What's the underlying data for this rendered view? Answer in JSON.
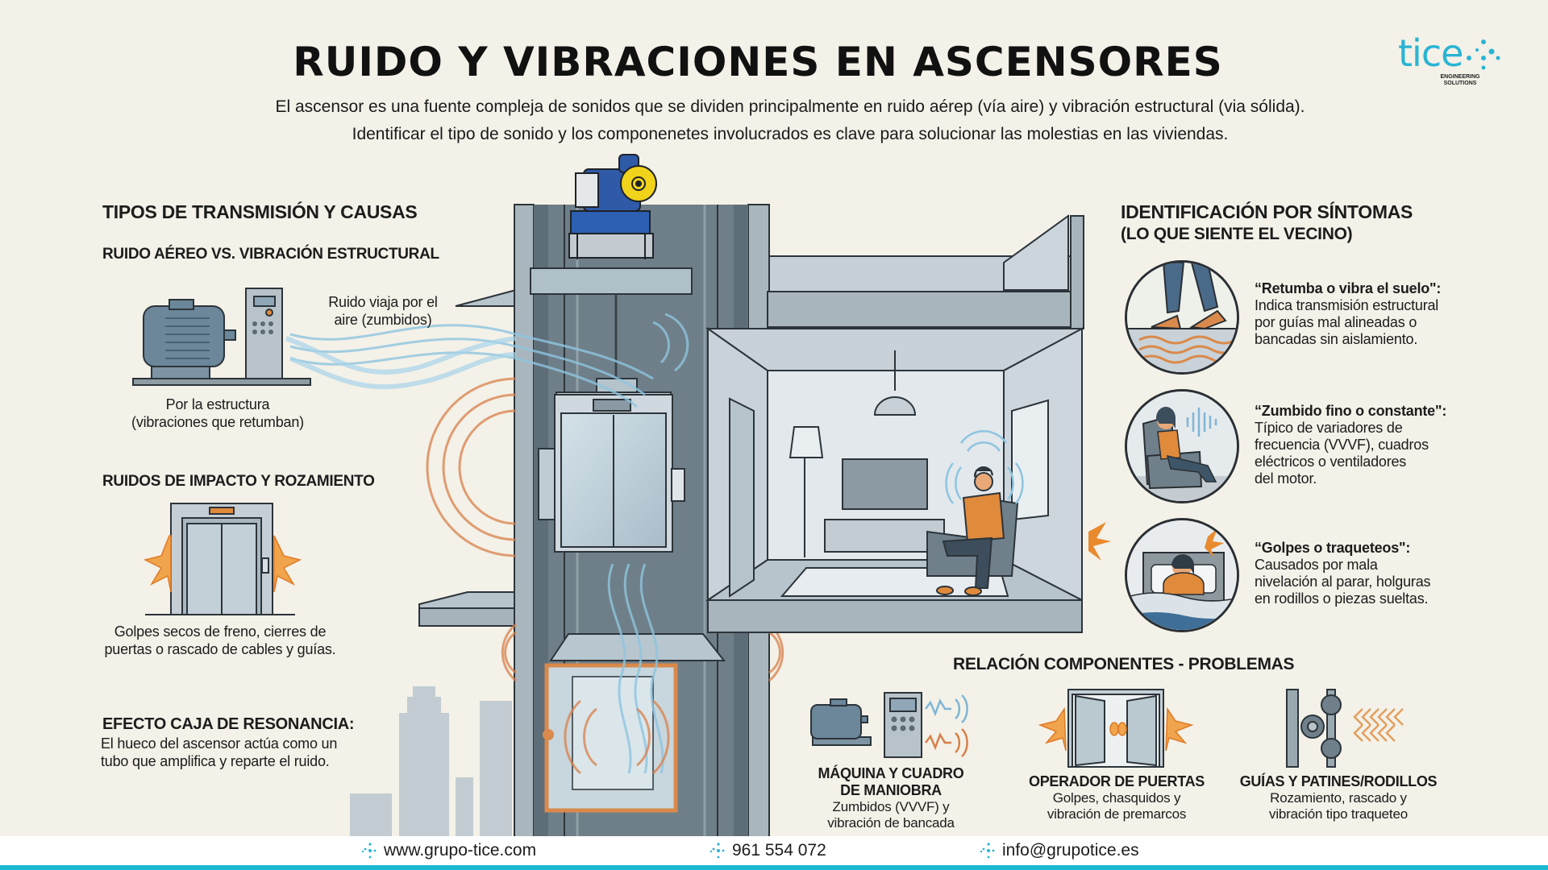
{
  "header": {
    "title": "RUIDO Y VIBRACIONES EN ASCENSORES",
    "subtitle_line1": "El ascensor es una fuente compleja de sonidos que se dividen principalmente en ruido aérep (vía aire) y vibración estructural (via sólida).",
    "subtitle_line2": "Identificar el tipo de sonido y los componenetes involucrados es clave para solucionar las molestias en las viviendas."
  },
  "logo": {
    "name": "tice",
    "tagline_line1": "ENGINEERING",
    "tagline_line2": "SOLUTIONS",
    "icon": "dots-cross-icon",
    "color": "#2ab4d4"
  },
  "left_panel": {
    "title": "TIPOS DE TRANSMISIÓN Y CAUSAS",
    "airborne": {
      "heading": "RUIDO AÉREO VS. VIBRACIÓN ESTRUCTURAL",
      "air_caption_line1": "Ruido viaja por el",
      "air_caption_line2": "aire (zumbidos)",
      "structure_caption_line1": "Por la estructura",
      "structure_caption_line2": "(vibraciones que retumban)",
      "icon": "motor-and-control-cabinet-icon"
    },
    "impact": {
      "heading": "RUIDOS DE IMPACTO Y ROZAMIENTO",
      "caption_line1": "Golpes secos de freno, cierres de",
      "caption_line2": "puertas o rascado de cables y guías.",
      "icon": "elevator-door-impact-icon"
    },
    "resonance": {
      "heading": "EFECTO CAJA DE RESONANCIA:",
      "caption_line1": "El hueco del ascensor actúa como un",
      "caption_line2": "tubo que amplifica y reparte el ruido."
    }
  },
  "right_panel": {
    "title_line1": "IDENTIFICACIÓN POR SÍNTOMAS",
    "title_line2": "(LO QUE SIENTE EL VECINO)",
    "symptoms": [
      {
        "icon": "feet-vibrating-floor-icon",
        "quote": "“Retumba o vibra el suelo\":",
        "lines": [
          "Indica transmisión estructural",
          "por guías mal alineadas o",
          "bancadas sin aislamiento."
        ]
      },
      {
        "icon": "person-armchair-hum-icon",
        "quote": "“Zumbido fino o constante\":",
        "lines": [
          "Típico de variadores de",
          "frecuencia (VVVF), cuadros",
          "eléctricos o ventiladores",
          "del motor."
        ]
      },
      {
        "icon": "person-bed-knocking-icon",
        "quote": "“Golpes o traqueteos\":",
        "lines": [
          "Causados por mala",
          "nivelación al parar, holguras",
          "en rodillos o piezas sueltas."
        ]
      }
    ]
  },
  "components": {
    "title": "RELACIÓN COMPONENTES - PROBLEMAS",
    "items": [
      {
        "icon": "machine-control-panel-icon",
        "name_line1": "MÁQUINA Y CUADRO",
        "name_line2": "DE MANIOBRA",
        "desc_line1": "Zumbidos (VVVF) y",
        "desc_line2": "vibración de bancada"
      },
      {
        "icon": "door-operator-icon",
        "name_line1": "OPERADOR DE PUERTAS",
        "desc_line1": "Golpes, chasquidos y",
        "desc_line2": "vibración de premarcos"
      },
      {
        "icon": "guide-rails-rollers-icon",
        "name_line1": "GUÍAS Y PATINES/RODILLOS",
        "desc_line1": "Rozamiento, rascado y",
        "desc_line2": "vibración tipo traqueteo"
      }
    ]
  },
  "footer": {
    "website": "www.grupo-tice.com",
    "phone": "961 554 072",
    "email": "info@grupotice.es",
    "accent_color": "#1fb8d3"
  },
  "colors": {
    "background": "#f3f1e8",
    "concrete": "#9aa7b0",
    "shaft_dark": "#56656f",
    "vibration_orange": "#d9804a",
    "air_blue": "#8ec5e0",
    "shirt_orange": "#e08a3c",
    "motor_blue": "#2f5aa8",
    "sheave_yellow": "#f2d31b"
  }
}
